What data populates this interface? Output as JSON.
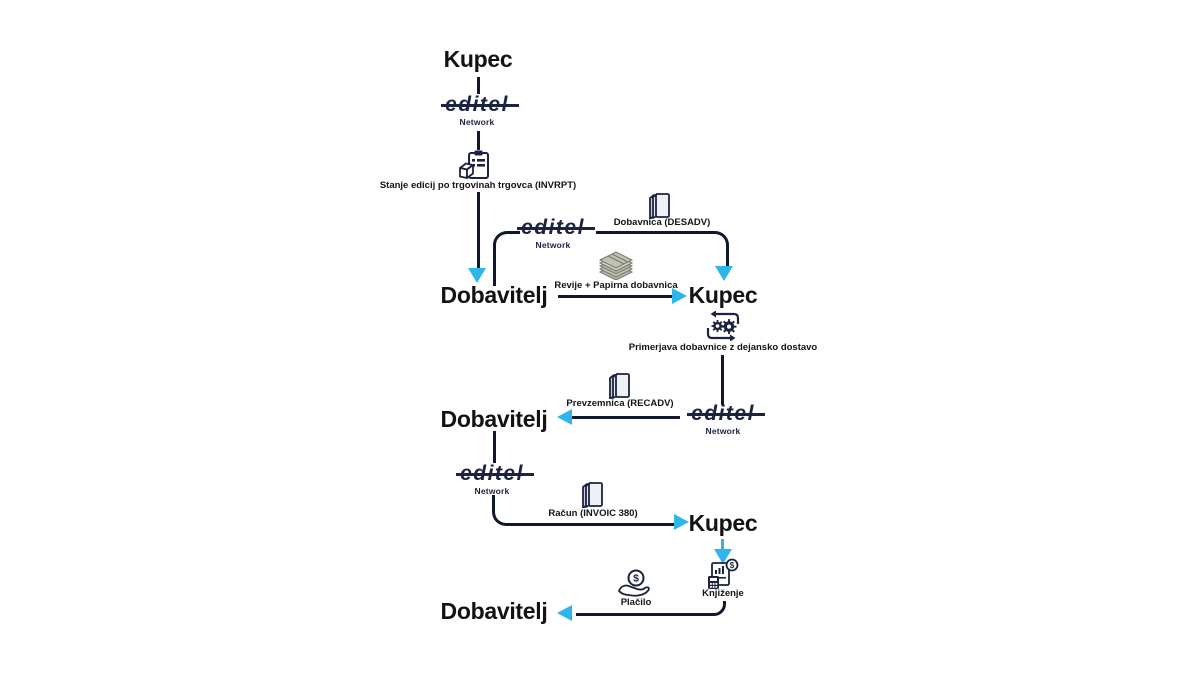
{
  "diagram": {
    "brand": {
      "name": "editel",
      "subtitle": "Network"
    },
    "nodes": {
      "kupec_top": "Kupec",
      "dobavitelj_mid": "Dobavitelj",
      "kupec_mid": "Kupec",
      "dobavitelj_low": "Dobavitelj",
      "kupec_low": "Kupec",
      "dobavitelj_bottom": "Dobavitelj"
    },
    "labels": {
      "invrpt": "Stanje edicij po trgovinah trgovca (INVRPT)",
      "desadv": "Dobavnica (DESADV)",
      "revije": "Revije + Papirna dobavnica",
      "primerjava": "Primerjava dobavnice z dejansko dostavo",
      "recadv": "Prevzemnica (RECADV)",
      "invoic": "Račun (INVOIC 380)",
      "knjizenje": "Knjiženje",
      "placilo": "Plačilo"
    },
    "icons": {
      "inventory_icon": "clipboard-with-package",
      "desadv_document_icon": "paper-document",
      "recadv_document_icon": "paper-document",
      "invoic_document_icon": "paper-document",
      "magazine_stack_icon": "stack-of-magazines",
      "process_icon": "gears-cycle",
      "accounting_icon": "calculator-chart-coin",
      "payment_icon": "hand-holding-coin",
      "currency_symbol": "$"
    },
    "colors": {
      "ink": "#131313",
      "line": "#10182b",
      "logo_navy": "#1b2340",
      "arrow_cyan": "#2eb6ea",
      "magazine_fill": "#bfc1b1"
    }
  }
}
